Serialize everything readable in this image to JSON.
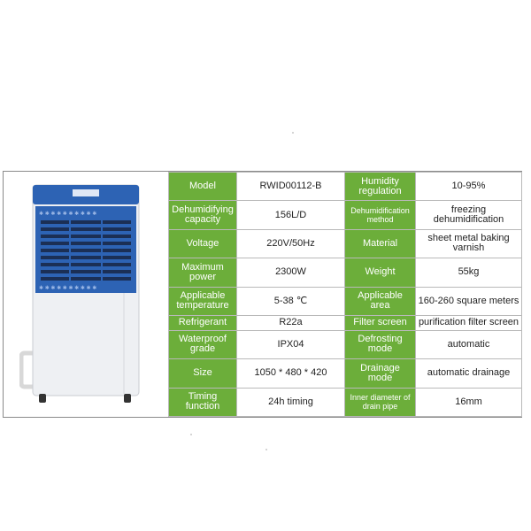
{
  "specs": {
    "rows": [
      {
        "l1": "Model",
        "v1": "RWID00112-B",
        "l2": "Humidity regulation",
        "v2": "10-95%"
      },
      {
        "l1": "Dehumidifying capacity",
        "v1": "156L/D",
        "l2": "Dehumidification method",
        "v2": "freezing dehumidification"
      },
      {
        "l1": "Voltage",
        "v1": "220V/50Hz",
        "l2": "Material",
        "v2": "sheet metal baking varnish"
      },
      {
        "l1": "Maximum power",
        "v1": "2300W",
        "l2": "Weight",
        "v2": "55kg"
      },
      {
        "l1": "Applicable temperature",
        "v1": "5-38 ℃",
        "l2": "Applicable area",
        "v2": "160-260 square meters"
      },
      {
        "l1": "Refrigerant",
        "v1": "R22a",
        "l2": "Filter screen",
        "v2": "purification filter screen"
      },
      {
        "l1": "Waterproof grade",
        "v1": "IPX04",
        "l2": "Defrosting mode",
        "v2": "automatic"
      },
      {
        "l1": "Size",
        "v1": "1050 * 480 * 420",
        "l2": "Drainage mode",
        "v2": "automatic drainage"
      },
      {
        "l1": "Timing function",
        "v1": "24h timing",
        "l2": "Inner diameter of drain pipe",
        "v2": "16mm"
      }
    ]
  },
  "colors": {
    "label_bg": "#6cae3a",
    "unit_body": "#f2f3f5",
    "unit_panel": "#2d63b4"
  },
  "icons": {
    "product": "dehumidifier-unit"
  }
}
